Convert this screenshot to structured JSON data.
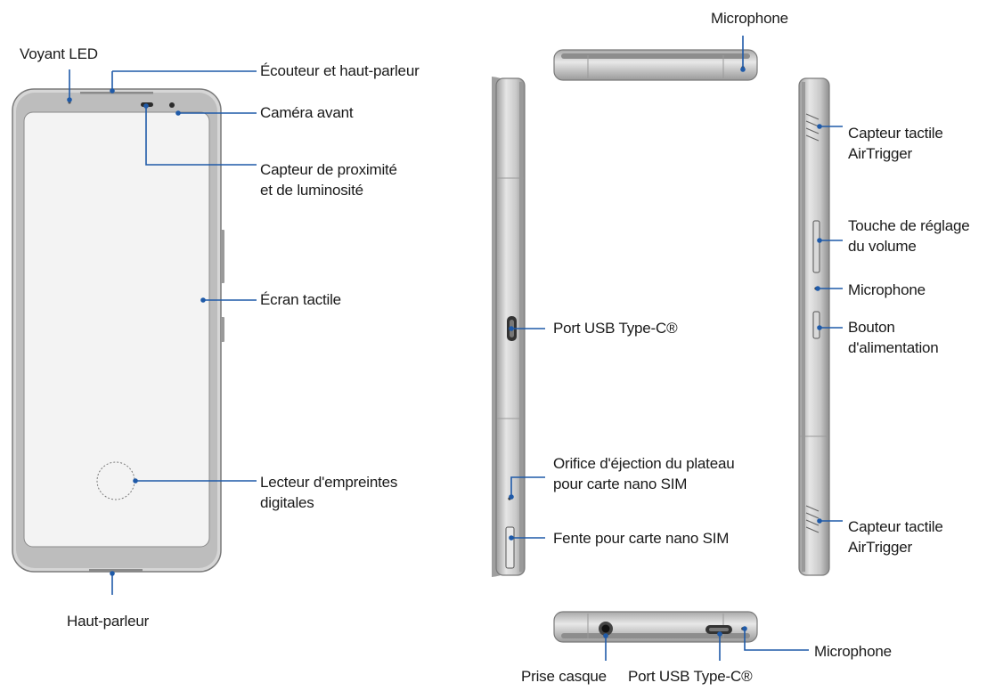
{
  "colors": {
    "leader": "#1f5aa8",
    "body_outline": "#7a7a7a",
    "frame_fill": "#b9b9b9",
    "screen_fill": "#f2f2f2"
  },
  "front_view": {
    "led_indicator": "Voyant LED",
    "earpiece_speaker": "Écouteur et haut-parleur",
    "front_camera": "Caméra avant",
    "proximity_sensor": [
      "Capteur de proximité",
      "et de luminosité"
    ],
    "touchscreen": "Écran tactile",
    "fingerprint_reader": [
      "Lecteur d'empreintes",
      "digitales"
    ],
    "speaker": "Haut-parleur"
  },
  "left_side_view": {
    "usb_port": "Port USB Type-C®",
    "sim_ejection_hole": [
      "Orifice d'éjection du plateau",
      "pour carte nano SIM"
    ],
    "sim_slot": "Fente pour carte nano SIM"
  },
  "top_view": {
    "microphone": "Microphone"
  },
  "right_side_view": {
    "airtrigger_top": [
      "Capteur tactile",
      "AirTrigger"
    ],
    "volume_key": [
      "Touche de réglage",
      "du volume"
    ],
    "microphone": "Microphone",
    "power_button": [
      "Bouton",
      "d'alimentation"
    ],
    "airtrigger_bottom": [
      "Capteur tactile",
      "AirTrigger"
    ]
  },
  "bottom_view": {
    "headphone_jack": "Prise casque",
    "usb_port": "Port USB Type-C®",
    "microphone": "Microphone"
  }
}
